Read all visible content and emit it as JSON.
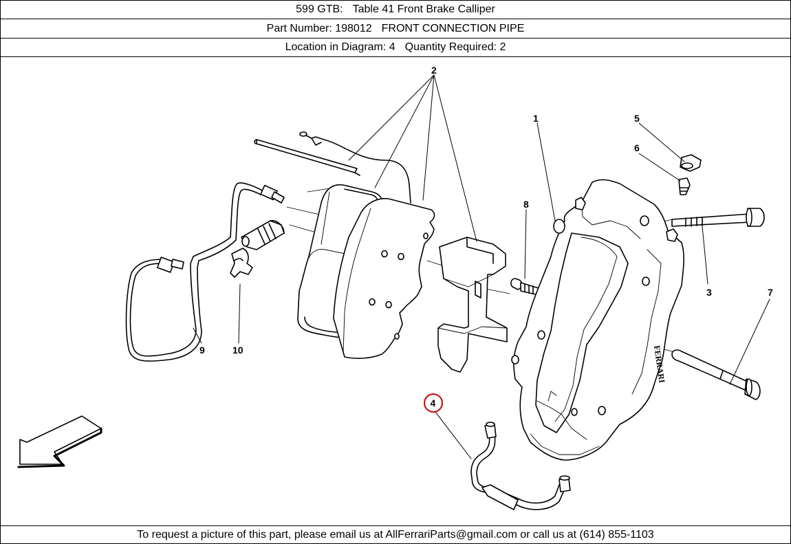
{
  "header": {
    "model": "599 GTB:",
    "table": "Table 41 Front Brake Calliper",
    "part_label": "Part Number: 198012",
    "part_name": "FRONT CONNECTION PIPE",
    "location": "Location in Diagram: 4",
    "quantity": "Quantity Required: 2"
  },
  "footer": {
    "text": "To request a picture of this part, please email us at AllFerrariParts@gmail.com or call us at (614) 855-1103"
  },
  "diagram": {
    "callouts": [
      "1",
      "2",
      "3",
      "4",
      "5",
      "6",
      "7",
      "8",
      "9",
      "10"
    ],
    "highlighted_callout": "4",
    "highlight_color": "#cc0000",
    "caliper_lettering": "FERRARI"
  }
}
